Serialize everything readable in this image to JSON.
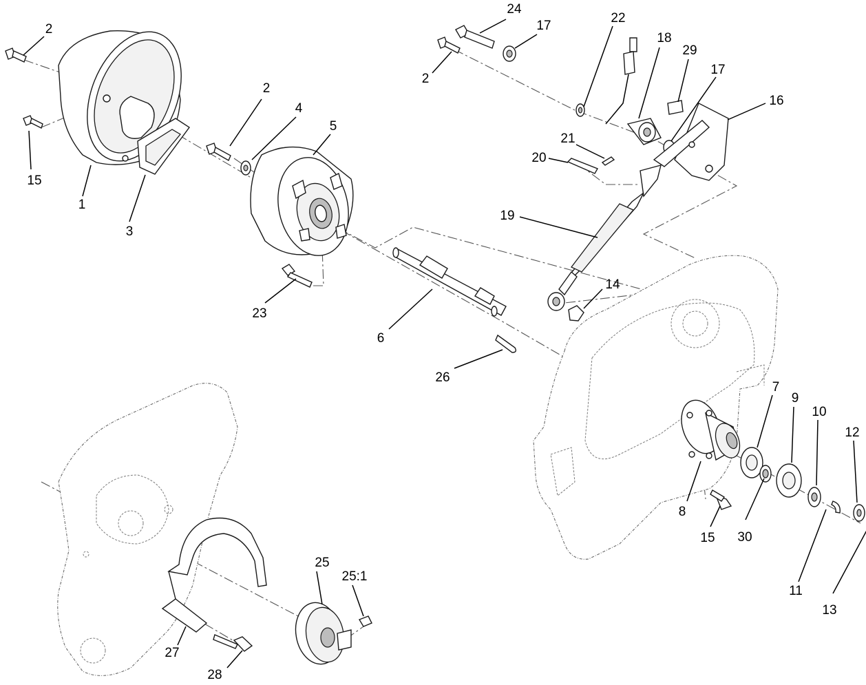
{
  "callouts": [
    {
      "id": "c-1",
      "label": "1"
    },
    {
      "id": "c-2a",
      "label": "2"
    },
    {
      "id": "c-2b",
      "label": "2"
    },
    {
      "id": "c-2c",
      "label": "2"
    },
    {
      "id": "c-3",
      "label": "3"
    },
    {
      "id": "c-4",
      "label": "4"
    },
    {
      "id": "c-5",
      "label": "5"
    },
    {
      "id": "c-6",
      "label": "6"
    },
    {
      "id": "c-7",
      "label": "7"
    },
    {
      "id": "c-8",
      "label": "8"
    },
    {
      "id": "c-9",
      "label": "9"
    },
    {
      "id": "c-10",
      "label": "10"
    },
    {
      "id": "c-11",
      "label": "11"
    },
    {
      "id": "c-12",
      "label": "12"
    },
    {
      "id": "c-13",
      "label": "13"
    },
    {
      "id": "c-14",
      "label": "14"
    },
    {
      "id": "c-15a",
      "label": "15"
    },
    {
      "id": "c-15b",
      "label": "15"
    },
    {
      "id": "c-16",
      "label": "16"
    },
    {
      "id": "c-17a",
      "label": "17"
    },
    {
      "id": "c-17b",
      "label": "17"
    },
    {
      "id": "c-18",
      "label": "18"
    },
    {
      "id": "c-19",
      "label": "19"
    },
    {
      "id": "c-20",
      "label": "20"
    },
    {
      "id": "c-21",
      "label": "21"
    },
    {
      "id": "c-22",
      "label": "22"
    },
    {
      "id": "c-23",
      "label": "23"
    },
    {
      "id": "c-24",
      "label": "24"
    },
    {
      "id": "c-25",
      "label": "25"
    },
    {
      "id": "c-25-1",
      "label": "25:1"
    },
    {
      "id": "c-26",
      "label": "26"
    },
    {
      "id": "c-27",
      "label": "27"
    },
    {
      "id": "c-28",
      "label": "28"
    },
    {
      "id": "c-29",
      "label": "29"
    },
    {
      "id": "c-30",
      "label": "30"
    }
  ]
}
